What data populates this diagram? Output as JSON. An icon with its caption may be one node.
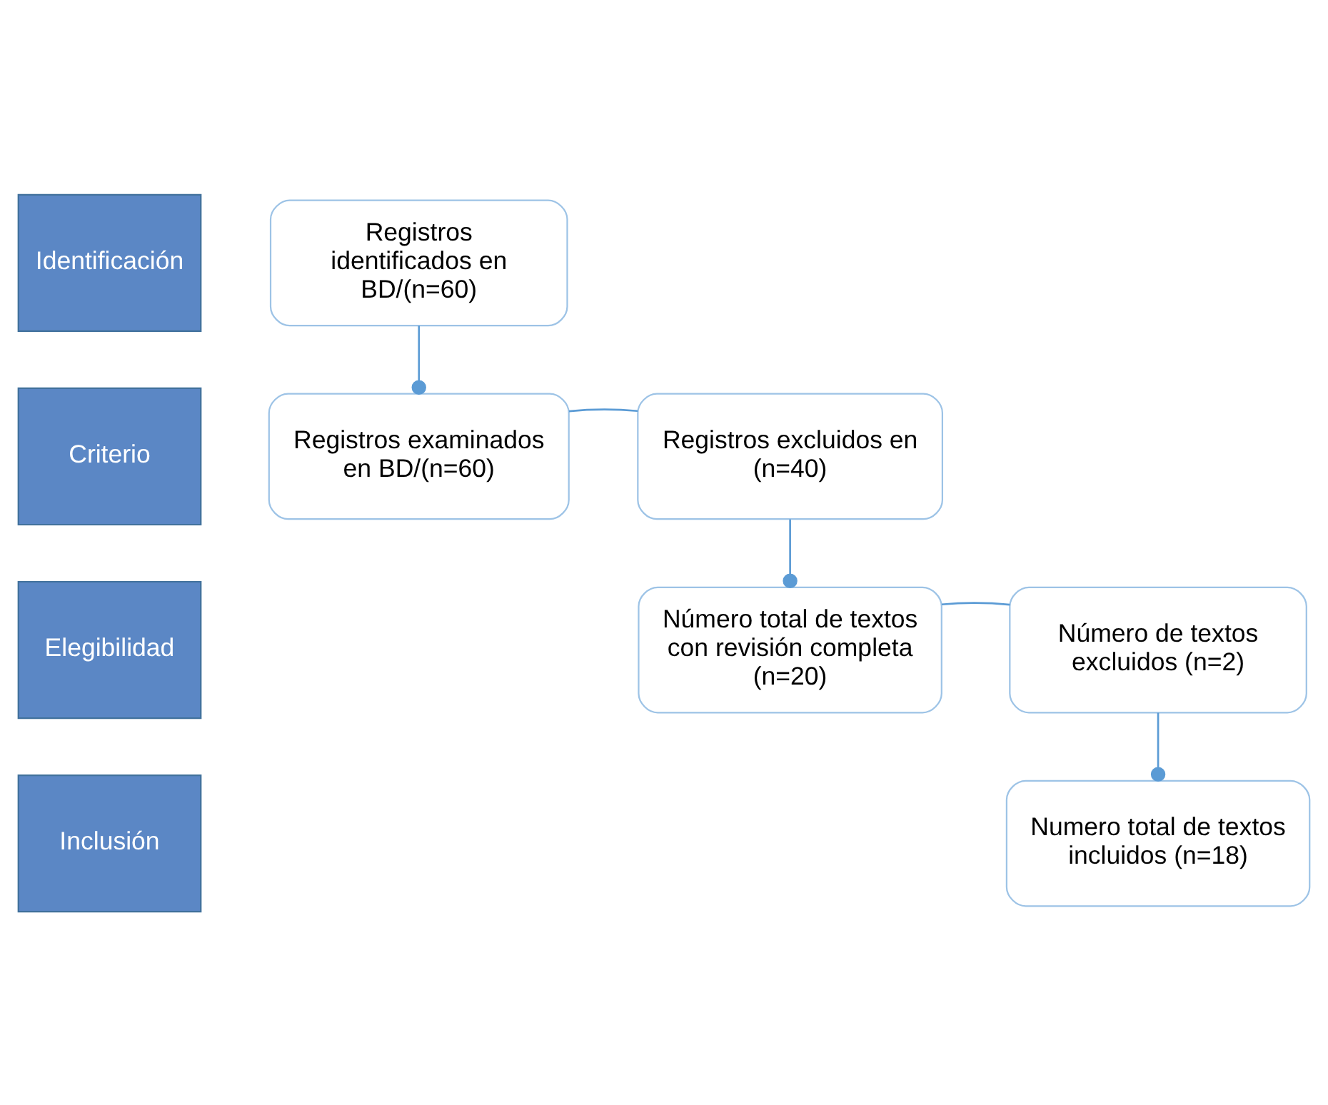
{
  "diagram": {
    "nodes": [
      {
        "text": [
          "Identificación"
        ]
      },
      {
        "text": [
          "Criterio"
        ]
      },
      {
        "text": [
          "Elegibilidad"
        ]
      },
      {
        "text": [
          "Inclusión"
        ]
      },
      {
        "text": [
          "Registros identificados en BD/(n=60)"
        ]
      },
      {
        "text": [
          "Registros examinados en BD/(n=60)"
        ]
      },
      {
        "text": [
          "Registros excluidos en (n=40)"
        ]
      },
      {
        "text": [
          "Número total de textos con revisión completa (n=20)"
        ]
      },
      {
        "text": [
          "Número de textos excluidos (n=2)"
        ]
      },
      {
        "text": [
          "Numero total de textos incluidos (n=18)"
        ]
      }
    ],
    "edges": [
      {
        "from": 4,
        "to": 5,
        "arrow": "other"
      },
      {
        "from": 5,
        "to": 6,
        "arrow": "none"
      },
      {
        "from": 6,
        "to": 7,
        "arrow": "other"
      },
      {
        "from": 7,
        "to": 8,
        "arrow": "none"
      },
      {
        "from": 8,
        "to": 9,
        "arrow": "other"
      }
    ]
  }
}
